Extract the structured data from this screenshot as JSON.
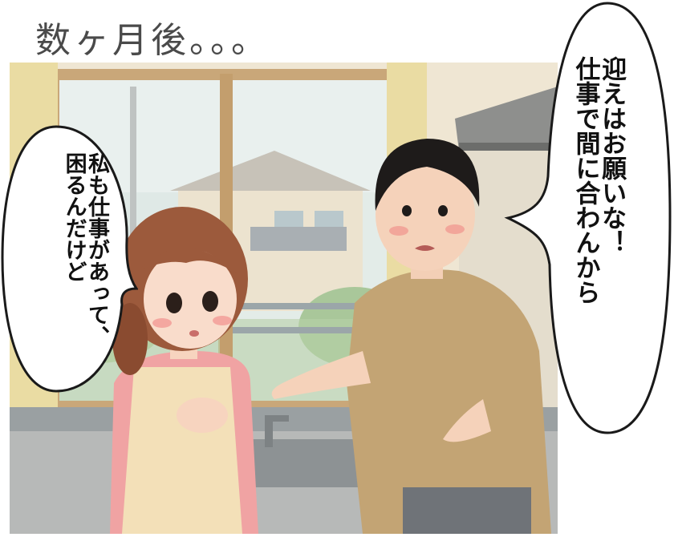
{
  "caption": "数ヶ月後。。。",
  "bubble_left": {
    "lines": [
      "私も仕事があって、",
      "困るんだけど"
    ]
  },
  "bubble_right": {
    "lines": [
      "迎えはお願いな！",
      "仕事で間に合わんから"
    ]
  },
  "colors": {
    "outline": "#1a1a1a",
    "bubble_fill": "#ffffff",
    "caption": "#4a4a4a"
  }
}
